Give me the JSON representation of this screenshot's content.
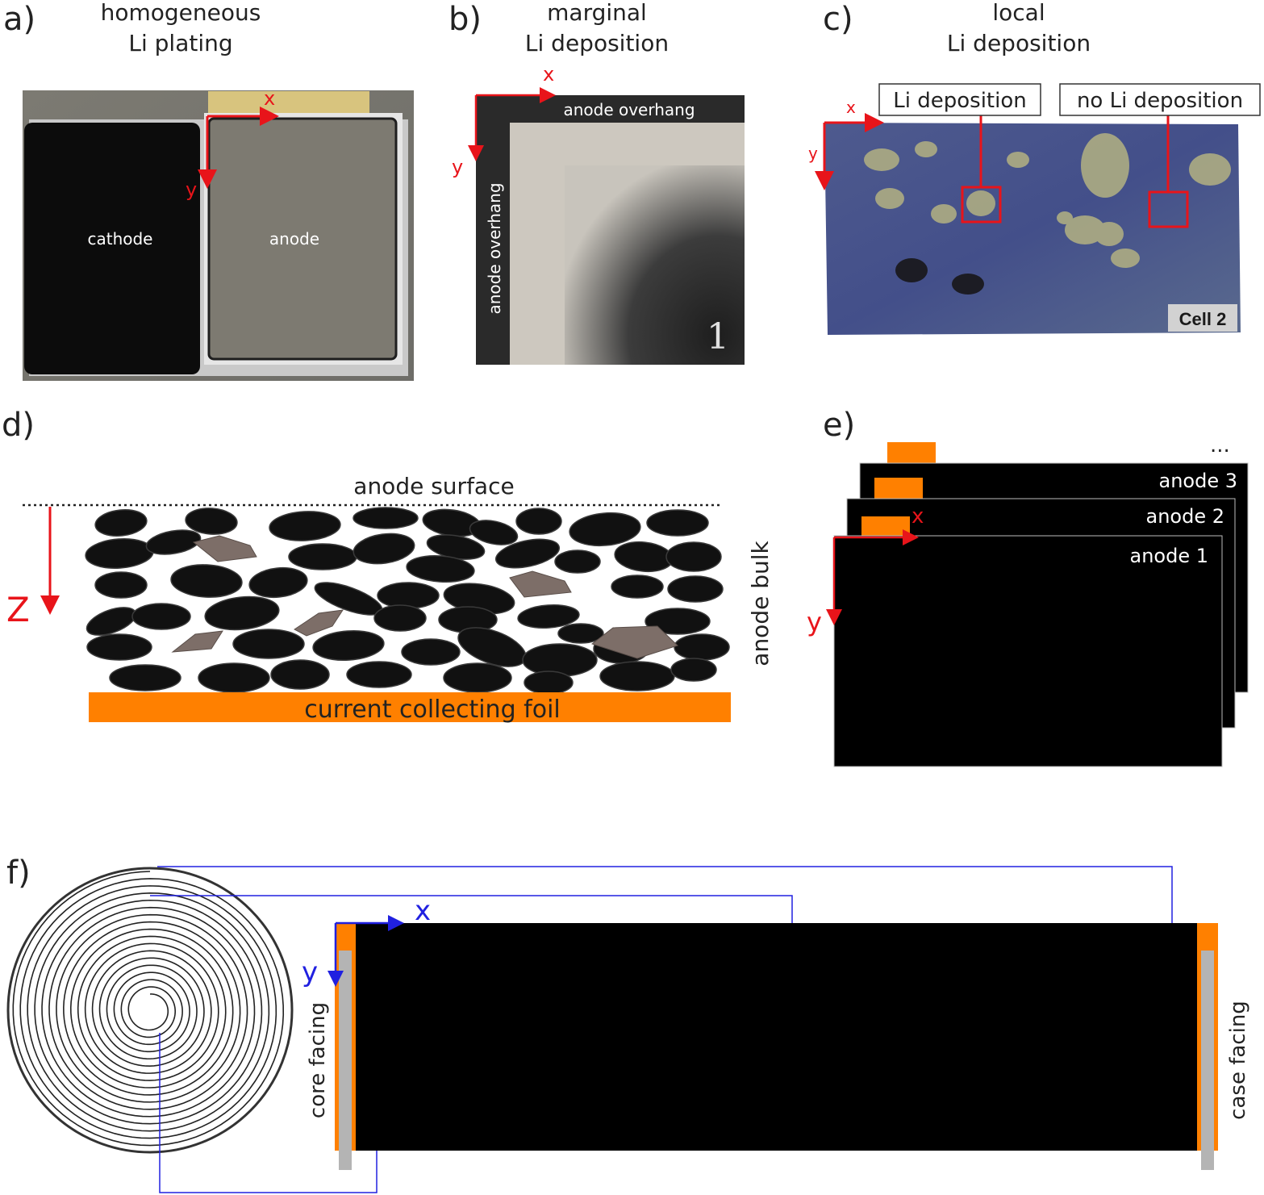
{
  "panel_a": {
    "letter": "a)",
    "title_line1": "homogeneous",
    "title_line2": "Li plating",
    "cathode_label": "cathode",
    "anode_label": "anode",
    "axis_x": "x",
    "axis_y": "y"
  },
  "panel_b": {
    "letter": "b)",
    "title_line1": "marginal",
    "title_line2": "Li deposition",
    "overhang_top": "anode overhang",
    "overhang_side": "anode overhang",
    "photo_number": "1",
    "axis_x": "x",
    "axis_y": "y"
  },
  "panel_c": {
    "letter": "c)",
    "title_line1": "local",
    "title_line2": "Li deposition",
    "callout_deposition": "Li deposition",
    "callout_no_deposition": "no Li deposition",
    "cell_tag": "Cell 2",
    "axis_x": "x",
    "axis_y": "y"
  },
  "panel_d": {
    "letter": "d)",
    "surface_label": "anode surface",
    "bulk_label": "anode bulk",
    "foil_label": "current collecting foil",
    "axis_z": "Z"
  },
  "panel_e": {
    "letter": "e)",
    "ellipsis": "...",
    "anode_3": "anode 3",
    "anode_2": "anode 2",
    "anode_1": "anode 1",
    "axis_x": "x",
    "axis_y": "y"
  },
  "panel_f": {
    "letter": "f)",
    "core_label": "core facing",
    "case_label": "case facing",
    "axis_x": "x",
    "axis_y": "y"
  },
  "colors": {
    "axis_red": "#e8141a",
    "axis_blue": "#2020e0",
    "foil_orange": "#ff8000",
    "electrode_black": "#000000",
    "tab_gray": "#b4b4b4"
  }
}
